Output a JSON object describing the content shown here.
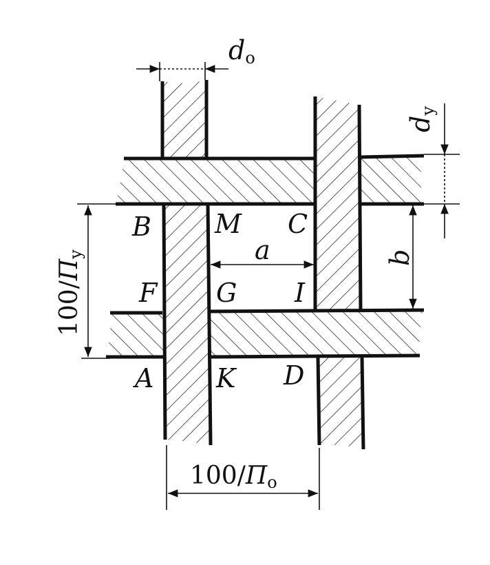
{
  "figure": {
    "points": {
      "B": "B",
      "M": "M",
      "C": "C",
      "F": "F",
      "G": "G",
      "I": "I",
      "A": "A",
      "K": "K",
      "D": "D"
    },
    "dimensions": {
      "warp_diameter": {
        "symbol": "d",
        "subscript": "o"
      },
      "weft_diameter": {
        "symbol": "d",
        "subscript": "y"
      },
      "gap_a": "a",
      "gap_b": "b",
      "weft_spacing": {
        "prefix": "100/",
        "symbol": "Π",
        "subscript": "y"
      },
      "warp_spacing": {
        "prefix": "100/",
        "symbol": "Π",
        "subscript": "o"
      }
    },
    "colors": {
      "ink": "#111111",
      "background": "#ffffff"
    }
  }
}
